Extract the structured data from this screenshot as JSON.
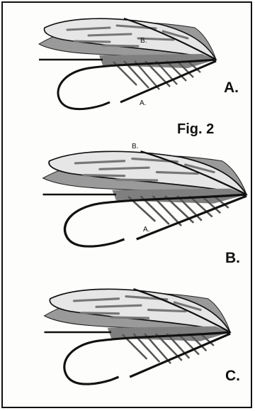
{
  "figure": {
    "title": "Fig. 2",
    "panels": [
      {
        "label": "A.",
        "wing_label": "B.",
        "hook_label": "A."
      },
      {
        "label": "B.",
        "wing_label": "B.",
        "hook_label": "A."
      },
      {
        "label": "C."
      }
    ]
  },
  "colors": {
    "ink": "#111111",
    "wing_gray": "#8c8c8c",
    "wing_light": "#e2e2e2"
  }
}
